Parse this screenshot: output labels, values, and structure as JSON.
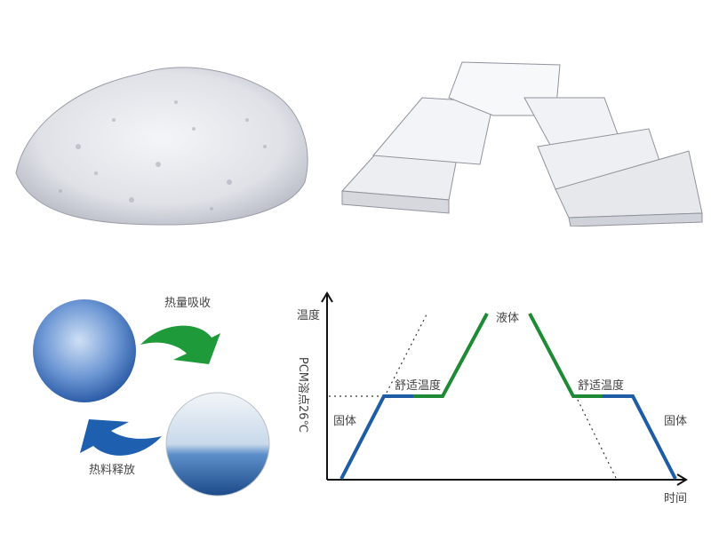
{
  "photos": {
    "granules": {
      "description": "paraffin-wax-granules-pile"
    },
    "blocks": {
      "description": "paraffin-wax-blocks-stacked"
    }
  },
  "cycle": {
    "absorb_label": "热量吸收",
    "release_label": "热料释放",
    "solid_image": "ice-crystals",
    "liquid_image": "water-splash",
    "colors": {
      "absorb_arrow": "#1e9a3a",
      "release_arrow": "#1e5fb0"
    }
  },
  "chart": {
    "y_axis_label": "温度",
    "melting_point_label": "PCM溶点26℃",
    "x_axis_label": "时间",
    "solid_left": "固体",
    "comfort_left": "舒适温度",
    "liquid": "液体",
    "comfort_right": "舒适温度",
    "solid_right": "固体",
    "colors": {
      "solid": "#1f5ca6",
      "liquid": "#1e8a34"
    }
  },
  "chart_data": {
    "type": "line",
    "title": "",
    "xlabel": "时间",
    "ylabel": "温度",
    "annotations": [
      "PCM溶点26℃",
      "固体",
      "舒适温度",
      "液体",
      "舒适温度",
      "固体"
    ],
    "series": [
      {
        "name": "固体(蓝)",
        "points": [
          [
            0.03,
            0
          ],
          [
            0.16,
            0.52
          ],
          [
            0.24,
            0.52
          ]
        ]
      },
      {
        "name": "液体(绿)",
        "points": [
          [
            0.24,
            0.52
          ],
          [
            0.32,
            0.52
          ],
          [
            0.45,
            0.92
          ]
        ]
      },
      {
        "name": "液体(绿)降温",
        "points": [
          [
            0.57,
            0.92
          ],
          [
            0.7,
            0.52
          ],
          [
            0.77,
            0.52
          ]
        ]
      },
      {
        "name": "固体(蓝)降温",
        "points": [
          [
            0.77,
            0.52
          ],
          [
            0.86,
            0.52
          ],
          [
            0.97,
            0
          ]
        ]
      }
    ],
    "reference_lines": [
      {
        "y": 0.52,
        "label": "PCM溶点26℃",
        "style": "dotted"
      }
    ],
    "grid": false
  }
}
